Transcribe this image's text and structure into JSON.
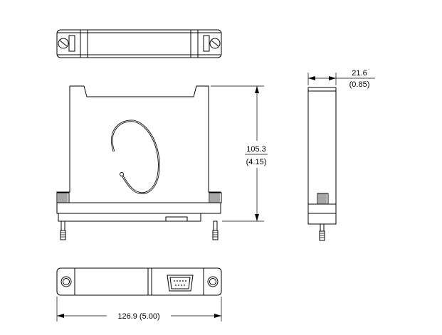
{
  "drawing": {
    "dimensions": {
      "height_mm": "105.3",
      "height_in": "(4.15)",
      "depth_mm": "21.6",
      "depth_in": "(0.85)",
      "width_label": "126.9 (5.00)"
    }
  }
}
